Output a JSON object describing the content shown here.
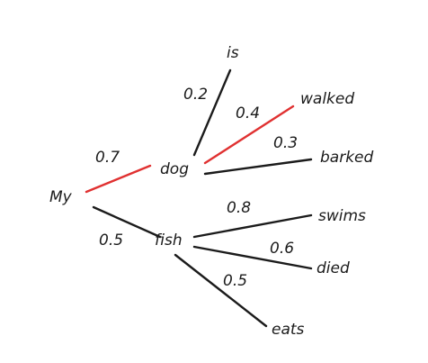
{
  "colors": {
    "ink": "#1b1b1b",
    "highlight": "#e03131"
  },
  "nodes": {
    "my": "My",
    "dog": "dog",
    "fish": "fish",
    "is": "is",
    "walked": "walked",
    "barked": "barked",
    "swims": "swims",
    "died": "died",
    "eats": "eats"
  },
  "edges": {
    "my_dog": "0.7",
    "my_fish": "0.5",
    "dog_is": "0.2",
    "dog_walked": "0.4",
    "dog_barked": "0.3",
    "fish_swims": "0.8",
    "fish_died": "0.6",
    "fish_eats": "0.5"
  },
  "highlighted_path": [
    "My",
    "dog",
    "walked"
  ]
}
